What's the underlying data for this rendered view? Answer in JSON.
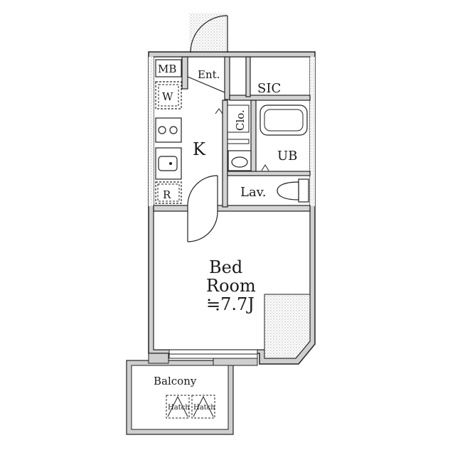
{
  "floorplan": {
    "rooms": {
      "mb": "MB",
      "entrance": "Ent.",
      "sic": "SIC",
      "washer": "W",
      "closet": "Clo.",
      "kitchen": "K",
      "unit_bath": "UB",
      "fridge": "R",
      "lavatory": "Lav.",
      "bedroom_line1": "Bed",
      "bedroom_line2": "Room",
      "bedroom_size": "≒7.7J",
      "balcony": "Balcony",
      "hatch_1": "Hatch",
      "hatch_2": "Hatch"
    },
    "colors": {
      "wall": "#1f1f1f",
      "wall_fill": "#c9c9c9",
      "stipple": "#b5b5b5",
      "floor": "#ffffff"
    }
  }
}
